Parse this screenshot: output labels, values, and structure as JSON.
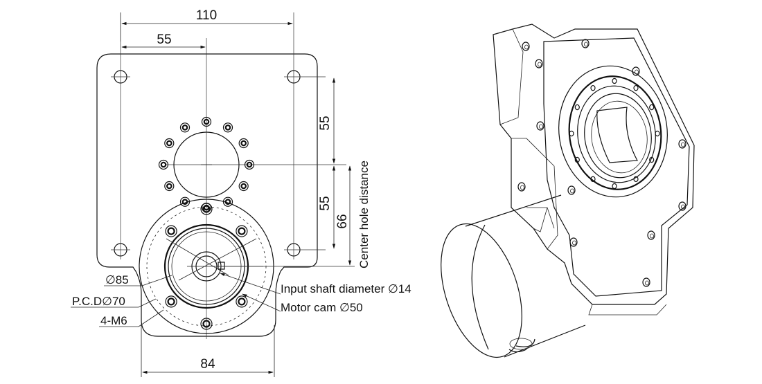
{
  "dimensions": {
    "overall_width": "110",
    "half_width": "55",
    "upper_vertical": "55",
    "lower_vertical": "55",
    "center_hole_distance_value": "66",
    "motor_width": "84"
  },
  "labels": {
    "center_hole_distance": "Center hole distance",
    "diameter_85": "∅85",
    "pcd_70": "P.C.D∅70",
    "thread_spec": "4-M6",
    "input_shaft": "Input shaft diameter ∅14",
    "motor_cam": "Motor cam ∅50"
  }
}
